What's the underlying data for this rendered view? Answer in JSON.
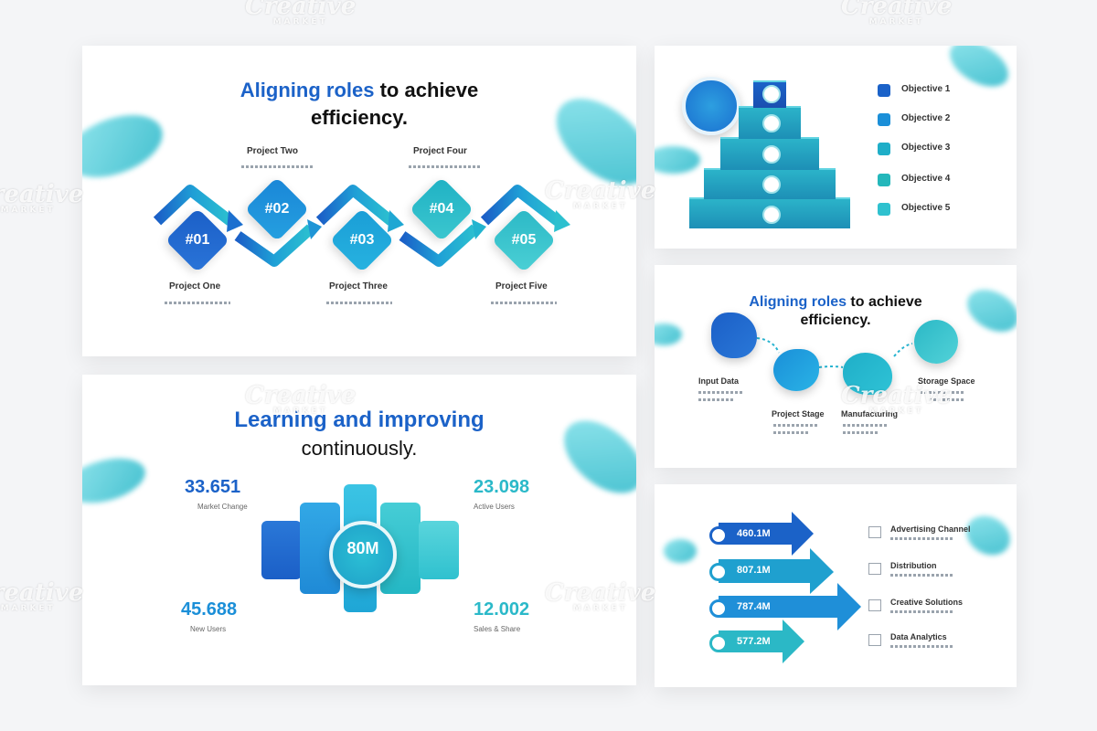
{
  "slide1": {
    "title_accent": "Aligning roles",
    "title_rest": " to achieve",
    "title_line2": "efficiency.",
    "steps": [
      {
        "badge": "#01",
        "label": "Project One"
      },
      {
        "badge": "#02",
        "label": "Project Two"
      },
      {
        "badge": "#03",
        "label": "Project Three"
      },
      {
        "badge": "#04",
        "label": "Project Four"
      },
      {
        "badge": "#05",
        "label": "Project Five"
      }
    ]
  },
  "slide2": {
    "items": [
      "Objective 1",
      "Objective 2",
      "Objective 3",
      "Objective 4",
      "Objective 5"
    ],
    "colors": [
      "#1b62c8",
      "#1b8fd8",
      "#1faec8",
      "#24b7bb",
      "#2fc1cf"
    ]
  },
  "slide3": {
    "title_accent": "Aligning roles",
    "title_rest": " to achieve",
    "title_line2": "efficiency.",
    "labels": [
      "Input Data",
      "Project Stage",
      "Manufacturing",
      "Storage Space"
    ]
  },
  "slide4": {
    "title_accent": "Learning and improving",
    "title_line2": "continuously.",
    "center_value": "80M",
    "stats": [
      {
        "value": "33.651",
        "label": "Market Change"
      },
      {
        "value": "23.098",
        "label": "Active Users"
      },
      {
        "value": "45.688",
        "label": "New Users"
      },
      {
        "value": "12.002",
        "label": "Sales & Share"
      }
    ]
  },
  "slide5": {
    "rows": [
      {
        "value": "460.1M",
        "label": "Advertising Channel"
      },
      {
        "value": "807.1M",
        "label": "Distribution"
      },
      {
        "value": "787.4M",
        "label": "Creative Solutions"
      },
      {
        "value": "577.2M",
        "label": "Data Analytics"
      }
    ]
  },
  "watermark": {
    "brand": "Creative",
    "sub": "MARKET"
  }
}
